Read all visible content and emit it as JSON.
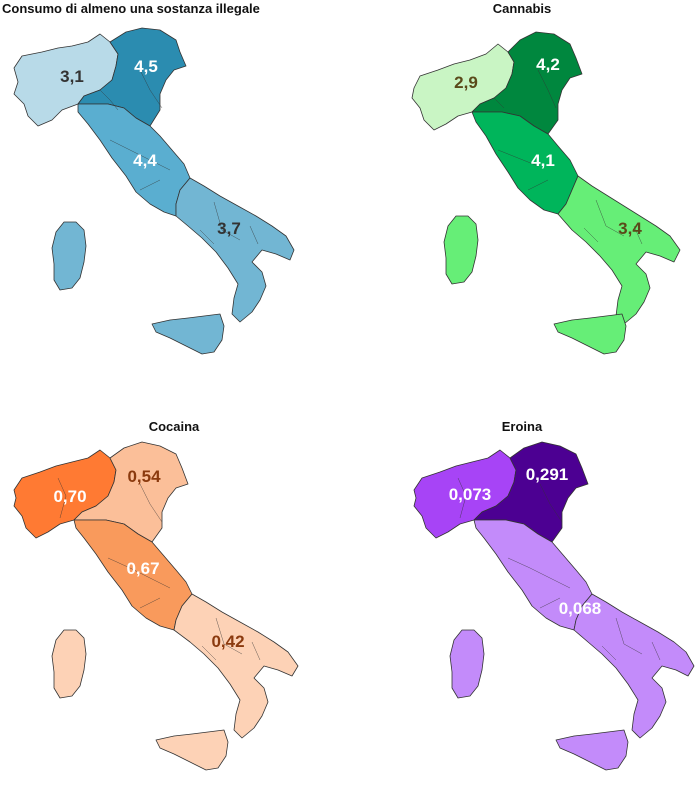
{
  "panels": [
    {
      "title": "Consumo di almeno una sostanza illegale",
      "colors": {
        "nw": "#b8dae8",
        "ne": "#2b8cb0",
        "center": "#5aaed0",
        "south": "#72b6d3",
        "islands": "#72b6d3"
      },
      "labels": {
        "nw": "3,1",
        "ne": "4,5",
        "center": "4,4",
        "south": "3,7"
      },
      "label_colors": {
        "nw": "#333333",
        "ne": "#ffffff",
        "center": "#ffffff",
        "south": "#333333"
      }
    },
    {
      "title": "Cannabis",
      "colors": {
        "nw": "#c9f5c4",
        "ne": "#00873e",
        "center": "#00b55b",
        "south": "#66ee77",
        "islands": "#66ee77"
      },
      "labels": {
        "nw": "2,9",
        "ne": "4,2",
        "center": "4,1",
        "south": "3,4"
      },
      "label_colors": {
        "nw": "#5a4a1a",
        "ne": "#ffffff",
        "center": "#ffffff",
        "south": "#5a4a1a"
      }
    },
    {
      "title": "Cocaina",
      "colors": {
        "nw": "#ff7a33",
        "ne": "#fbbf99",
        "center": "#f99a5c",
        "south": "#fdd2b6",
        "islands": "#fdd2b6"
      },
      "labels": {
        "nw": "0,70",
        "ne": "0,54",
        "center": "0,67",
        "south": "0,42"
      },
      "label_colors": {
        "nw": "#ffffff",
        "ne": "#8b3a0e",
        "center": "#ffffff",
        "south": "#8b3a0e"
      }
    },
    {
      "title": "Eroina",
      "colors": {
        "nw": "#a744f6",
        "ne": "#4c0092",
        "center": "#c38bfa",
        "south": "#c38bfa",
        "islands": "#c38bfa"
      },
      "labels": {
        "nw": "0,073",
        "ne": "0,291",
        "center": "0,068",
        "south": ""
      },
      "label_colors": {
        "nw": "#ffffff",
        "ne": "#ffffff",
        "center": "#ffffff",
        "south": "#ffffff"
      }
    }
  ]
}
